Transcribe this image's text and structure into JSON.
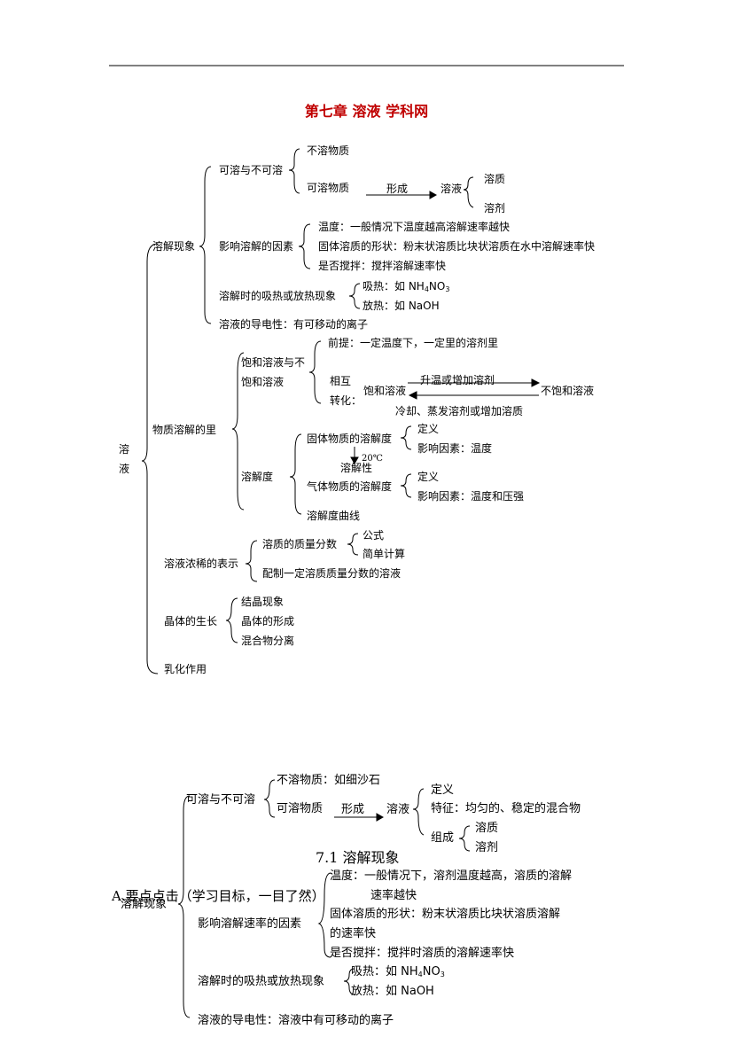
{
  "title": "第七章  溶液 学科网",
  "map1": {
    "root": "溶\n液",
    "root_chars": [
      "溶",
      "液"
    ],
    "dissolution": {
      "label": "溶解现象",
      "soluble_or_not": "可溶与不可溶",
      "insoluble": "不溶物质",
      "soluble": "可溶物质",
      "forms": "形成",
      "solution": "溶液",
      "solute": "溶质",
      "solvent": "溶剂",
      "factors": "影响溶解的因素",
      "temperature": "温度：一般情况下温度越高溶解速率越快",
      "shape": "固体溶质的形状：粉末状溶质比块状溶质在水中溶解速率快",
      "stirring": "是否搅拌：搅拌溶解速率快",
      "heat": "溶解时的吸热或放热现象",
      "absorb_prefix": "吸热：如 NH",
      "absorb_sub1": "4",
      "absorb_mid": "NO",
      "absorb_sub2": "3",
      "release": "放热：如 NaOH",
      "conductivity": "溶液的导电性：有可移动的离子"
    },
    "amount": {
      "label": "物质溶解的里",
      "saturated_line1": "饱和溶液与不",
      "saturated_line2": "饱和溶液",
      "premise": "前提：一定温度下，一定里的溶剂里",
      "mutual1": "相互",
      "mutual2": "转化：",
      "saturated": "饱和溶液",
      "unsaturated": "不饱和溶液",
      "arrow_top": "升温或增加溶剂",
      "arrow_bottom": "冷却、蒸发溶剂或增加溶质",
      "solubility": "溶解度",
      "solid_sol": "固体物质的溶解度",
      "definition1": "定义",
      "factor1": "影响因素：温度",
      "temp20": "20℃",
      "solubility_prop": "溶解性",
      "gas_sol": "气体物质的溶解度",
      "definition2": "定义",
      "factor2": "影响因素：温度和压强",
      "curve": "溶解度曲线"
    },
    "concentration": {
      "label": "溶液浓稀的表示",
      "mass_fraction": "溶质的质量分数",
      "formula": "公式",
      "calc": "简单计算",
      "prepare": "配制一定溶质质量分数的溶液"
    },
    "crystal": {
      "label": "晶体的生长",
      "phenomenon": "结晶现象",
      "formation": "晶体的形成",
      "separation": "混合物分离"
    },
    "emulsion": "乳化作用"
  },
  "map2": {
    "section_title": "7.1 溶解现象",
    "key_points": "A.要点点击（学习目标，一目了然）",
    "dissolution": "溶解现象",
    "soluble_or_not": "可溶与不可溶",
    "insoluble": "不溶物质：如细沙石",
    "soluble": "可溶物质",
    "forms": "形成",
    "solution": "溶液",
    "definition": "定义",
    "feature": "特征：均匀的、稳定的混合物",
    "composition": "组成",
    "solute": "溶质",
    "solvent": "溶剂",
    "factors": "影响溶解速率的因素",
    "temp_line1": "温度：一般情况下，溶剂温度越高，溶质的溶解",
    "temp_line2": "速率越快",
    "shape_line1": "固体溶质的形状：粉末状溶质比块状溶质溶解",
    "shape_line2": "的速率快",
    "stirring": "是否搅拌：搅拌时溶质的溶解速率快",
    "heat": "溶解时的吸热或放热现象",
    "absorb_prefix": "吸热：如 NH",
    "absorb_sub1": "4",
    "absorb_mid": "NO",
    "absorb_sub2": "3",
    "release": "放热：如 NaOH",
    "conductivity": "溶液的导电性：溶液中有可移动的离子"
  }
}
